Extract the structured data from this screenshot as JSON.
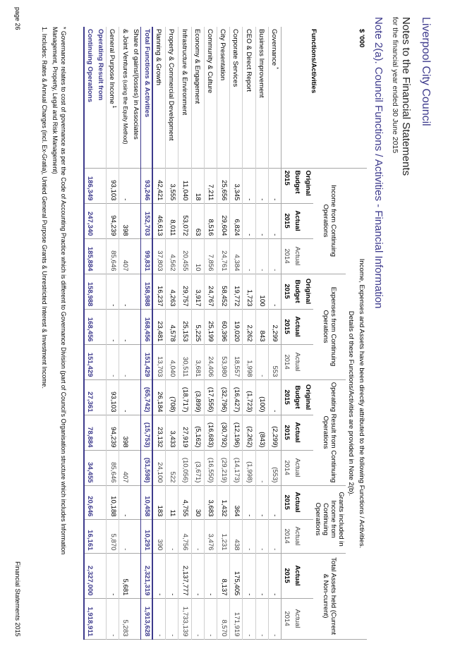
{
  "header": {
    "council": "Liverpool City Council",
    "notes_title": "Notes to the Financial Statements",
    "notes_subtitle": "for the financial year ended 30 June 2015",
    "note_heading": "Note 2(a). Council Functions / Activities - Financial Information"
  },
  "table": {
    "units": "$ '000",
    "intro_line1": "Income, Expenses and Assets have been directly attributed to the following Functions / Activities.",
    "intro_line2": "Details of these Functions/Activities are provided in Note 2(b).",
    "functions_label": "Functions/Activities",
    "groups": {
      "income": "Income from Continuing Operations",
      "expenses": "Expenses from Continuing Operations",
      "result": "Operating Result from Continuing Operations",
      "grants": "Grants included in Income from Continuing Operations",
      "assets": "Total Assets held (Current & Non-current)"
    },
    "col_heads": {
      "original": "Original",
      "budget": "Budget",
      "actual": "Actual",
      "y2015": "2015",
      "y2014": "2014"
    },
    "rows": [
      {
        "label": "Governance",
        "sup": " *",
        "v": [
          "-",
          "-",
          "-",
          "-",
          "2,299",
          "553",
          "-",
          "(2,299)",
          "(553)",
          "-",
          "-",
          "-",
          "-"
        ]
      },
      {
        "label": "Business Improvement",
        "sup": "",
        "v": [
          "-",
          "-",
          "-",
          "100",
          "843",
          "-",
          "(100)",
          "(843)",
          "-",
          "-",
          "-",
          "-",
          "-"
        ]
      },
      {
        "label": "CEO & Direct Report",
        "sup": "",
        "v": [
          "-",
          "-",
          "-",
          "1,723",
          "2,262",
          "1,998",
          "(1,723)",
          "(2,262)",
          "(1,998)",
          "-",
          "-",
          "-",
          "-"
        ]
      },
      {
        "label": "Corporate Services",
        "sup": "",
        "v": [
          "3,345",
          "6,824",
          "4,384",
          "19,772",
          "19,020",
          "18,557",
          "(16,427)",
          "(12,196)",
          "(14,173)",
          "364",
          "438",
          "175,405",
          "171,919"
        ]
      },
      {
        "label": "City Presentation",
        "sup": "",
        "v": [
          "25,656",
          "29,604",
          "24,761",
          "58,452",
          "60,396",
          "53,980",
          "(32,796)",
          "(30,792)",
          "(29,219)",
          "1,432",
          "1,231",
          "8,137",
          "8,570"
        ]
      },
      {
        "label": "Community & Culture",
        "sup": "",
        "v": [
          "7,211",
          "8,516",
          "7,856",
          "24,767",
          "25,199",
          "24,406",
          "(17,556)",
          "(16,683)",
          "(16,550)",
          "3,683",
          "3,476",
          "-",
          "-"
        ]
      },
      {
        "label": "Economy & Engagement",
        "sup": "",
        "v": [
          "18",
          "63",
          "10",
          "3,917",
          "5,225",
          "3,681",
          "(3,899)",
          "(5,162)",
          "(3,671)",
          "30",
          "-",
          "-",
          "-"
        ]
      },
      {
        "label": "Infrastructure & Environment",
        "sup": "",
        "v": [
          "11,040",
          "53,072",
          "20,455",
          "29,757",
          "25,153",
          "30,511",
          "(18,717)",
          "27,919",
          "(10,056)",
          "4,755",
          "4,756",
          "2,137,777",
          "1,733,139"
        ]
      },
      {
        "label": "Property & Commercial Development",
        "sup": "",
        "v": [
          "3,555",
          "8,011",
          "4,562",
          "4,263",
          "4,578",
          "4,040",
          "(708)",
          "3,433",
          "522",
          "11",
          "-",
          "-",
          "-"
        ]
      },
      {
        "label": "Planning & Growth",
        "sup": "",
        "v": [
          "42,421",
          "46,613",
          "37,803",
          "16,237",
          "23,481",
          "13,703",
          "26,184",
          "23,132",
          "24,100",
          "183",
          "390",
          "-",
          "-"
        ]
      }
    ],
    "total_row": {
      "label": "Total Functions & Activities",
      "v": [
        "93,246",
        "152,703",
        "99,831",
        "158,988",
        "168,456",
        "151,429",
        "(65,742)",
        "(15,753)",
        "(51,598)",
        "10,458",
        "10,291",
        "2,321,319",
        "1,913,628"
      ]
    },
    "share_row": {
      "label1": "Share of gains/(losses) in Associates",
      "label2": "& Joint Ventures",
      "label2b": " (using the Equity Method)",
      "v": [
        "-",
        "398",
        "407",
        "-",
        "-",
        "-",
        "-",
        "398",
        "407",
        "-",
        "-",
        "5,681",
        "5,283"
      ]
    },
    "gpi_row": {
      "label": "General Purpose Income",
      "sup": " 1",
      "v": [
        "93,103",
        "94,239",
        "85,646",
        "-",
        "-",
        "-",
        "93,103",
        "94,239",
        "85,646",
        "10,188",
        "5,870",
        "-",
        "-"
      ]
    },
    "op_row": {
      "label1": "Operating Result from",
      "label2": "Continuing Operations",
      "v": [
        "186,349",
        "247,340",
        "185,884",
        "158,988",
        "168,456",
        "151,429",
        "27,361",
        "78,884",
        "34,455",
        "20,646",
        "16,161",
        "2,327,000",
        "1,918,911"
      ]
    }
  },
  "footnotes": {
    "f1": "* Governance relates to cost of governance as per the Code of Accounting Practice which is different to Governance Division (part of Council's Organisation structure which includes Information",
    "f2": "Management, Property, Legal and Risk Management)",
    "f3": "1. Includes: Rates & Annual Charges (incl. Ex-Gratia), Untied General Purpose Grants & Unrestricted Interest & Investment Income."
  },
  "footer": {
    "page": "page 26",
    "right": "Financial Statements 2015"
  }
}
